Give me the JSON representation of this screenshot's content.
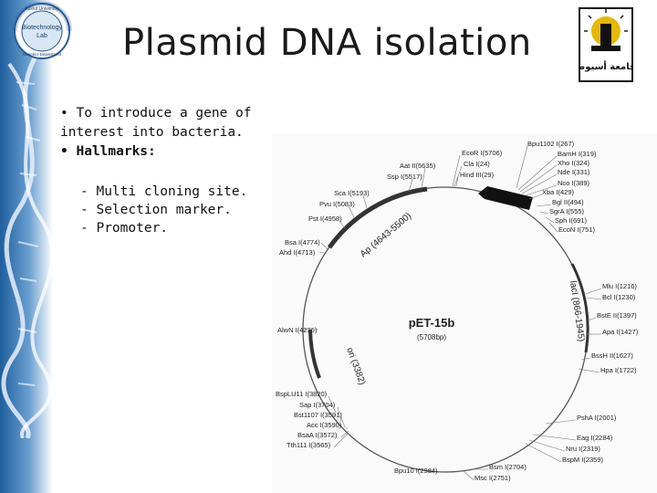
{
  "slide": {
    "title": "Plasmid DNA isolation",
    "bullets": [
      {
        "text": "• To introduce a gene of interest into bacteria."
      },
      {
        "text": "• Hallmarks:"
      }
    ],
    "sub_items": [
      "- Multi cloning site.",
      "- Selection marker.",
      "- Promoter."
    ]
  },
  "logos": {
    "left": {
      "lines": [
        "Assiut University",
        "Biotechnology",
        "Lab",
        "Genetics Department"
      ]
    },
    "right": {
      "text": "جامعة أسيوط"
    }
  },
  "plasmid": {
    "name": "pET-15b",
    "size": "(5708bp)",
    "features": [
      "lacI (866-1945)",
      "Ap (4643-5500)",
      "ori (3382)"
    ],
    "sites": [
      "Bpu1102 I(267)",
      "BamH I(319)",
      "Xho I(324)",
      "Nde I(331)",
      "Nco I(389)",
      "Xba I(429)",
      "Bgl II(494)",
      "SgrA I(555)",
      "Sph I(691)",
      "EcoN I(751)",
      "Mlu I(1216)",
      "Bcl I(1230)",
      "BstE II(1397)",
      "Apa I(1427)",
      "BssH II(1627)",
      "Hpa I(1722)",
      "PshA I(2001)",
      "Eag I(2284)",
      "Nru I(2319)",
      "BspM I(2359)",
      "Bsm I(2704)",
      "Msc I(2751)",
      "Bpu10 I(2984)",
      "Tth111 I(3565)",
      "BsaA I(3572)",
      "Acc I(3590)",
      "Bst1107 I(3591)",
      "Sap I(3704)",
      "BspLU11 I(3820)",
      "AlwN I(4236)",
      "Ahd I(4713)",
      "Bsa I(4774)",
      "Pst I(4958)",
      "Pvu I(5083)",
      "Sca I(5193)",
      "Ssp I(5517)",
      "Aat II(5635)",
      "EcoR I(5706)",
      "Cla I(24)",
      "Hind III(29)"
    ]
  }
}
